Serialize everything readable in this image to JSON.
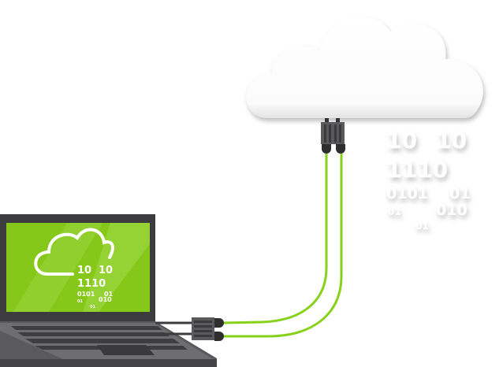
{
  "colors": {
    "accent_green": "#8ccc1e",
    "cable_green": "#86d21a",
    "laptop_dark": "#3c3c3e",
    "laptop_base": "#6a6a6a",
    "cloud": "#ffffff"
  },
  "cloud_binary": {
    "row1a": "10",
    "row1b": "10",
    "row2": "1110",
    "row3a": "0101",
    "row3b": "01",
    "row4a": "01",
    "row4b": "010",
    "row5": "01"
  },
  "screen_binary": {
    "row1a": "10",
    "row1b": "10",
    "row2": "1110",
    "row3a": "0101",
    "row3b": "01",
    "row4a": "01",
    "row4b": "010",
    "row5": "01"
  }
}
